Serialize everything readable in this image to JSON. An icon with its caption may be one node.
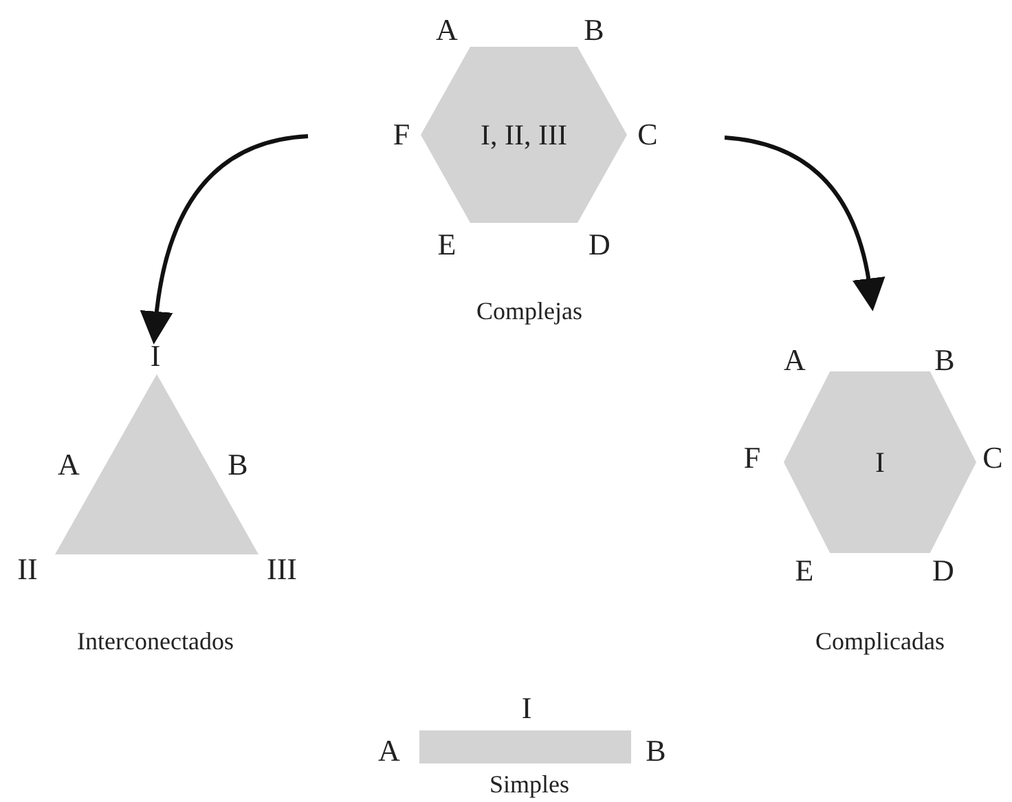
{
  "diagram": {
    "nodes": [
      {
        "text": [
          "I, II, III"
        ],
        "beside": [
          "A",
          "B",
          "F",
          "C",
          "E",
          "D",
          "Complejas"
        ]
      },
      {
        "text": [],
        "shape": "triangle",
        "beside": [
          "I",
          "A",
          "B",
          "II",
          "III",
          "Interconectados"
        ]
      },
      {
        "text": [
          "I"
        ],
        "beside": [
          "A",
          "B",
          "F",
          "C",
          "E",
          "D",
          "Complicadas"
        ]
      },
      {
        "text": [],
        "shape": "bar",
        "beside": [
          "I",
          "A",
          "B",
          "Simples"
        ]
      }
    ],
    "edges": [
      {
        "from": null,
        "to": 1,
        "arrow": "to"
      },
      {
        "from": null,
        "to": 2,
        "arrow": "to"
      }
    ]
  }
}
